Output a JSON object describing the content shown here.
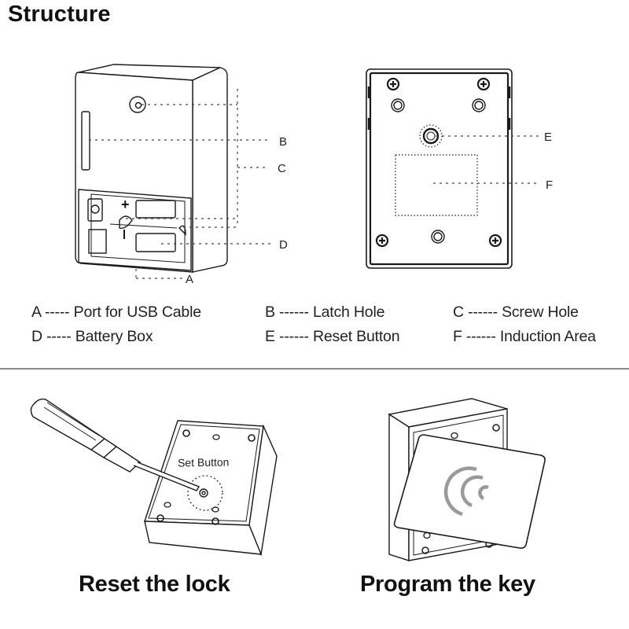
{
  "title": "Structure",
  "callouts": {
    "A": "A",
    "B": "B",
    "C": "C",
    "D": "D",
    "E": "E",
    "F": "F"
  },
  "battery_marks": {
    "plus": "+",
    "minus": "-"
  },
  "legend": [
    {
      "key": "A",
      "separator": "-----",
      "label": "Port for USB Cable"
    },
    {
      "key": "B",
      "separator": "------",
      "label": "Latch Hole"
    },
    {
      "key": "C",
      "separator": "------",
      "label": "Screw Hole"
    },
    {
      "key": "D",
      "separator": "-----",
      "label": "Battery Box"
    },
    {
      "key": "E",
      "separator": "------",
      "label": "Reset Button"
    },
    {
      "key": "F",
      "separator": "------",
      "label": "Induction Area"
    }
  ],
  "legend_text": [
    "A ----- Port for USB Cable",
    "B ------ Latch Hole",
    "C ------ Screw Hole",
    "D ----- Battery Box",
    "E ------ Reset Button",
    "F ------ Induction Area"
  ],
  "illustrations": {
    "reset": {
      "button_label": "Set Button",
      "caption": "Reset the lock"
    },
    "program": {
      "caption": "Program the key"
    }
  },
  "colors": {
    "line": "#1a1a1a",
    "divider": "#8a8a8a",
    "rfid_waves": "#9a9a9a"
  }
}
